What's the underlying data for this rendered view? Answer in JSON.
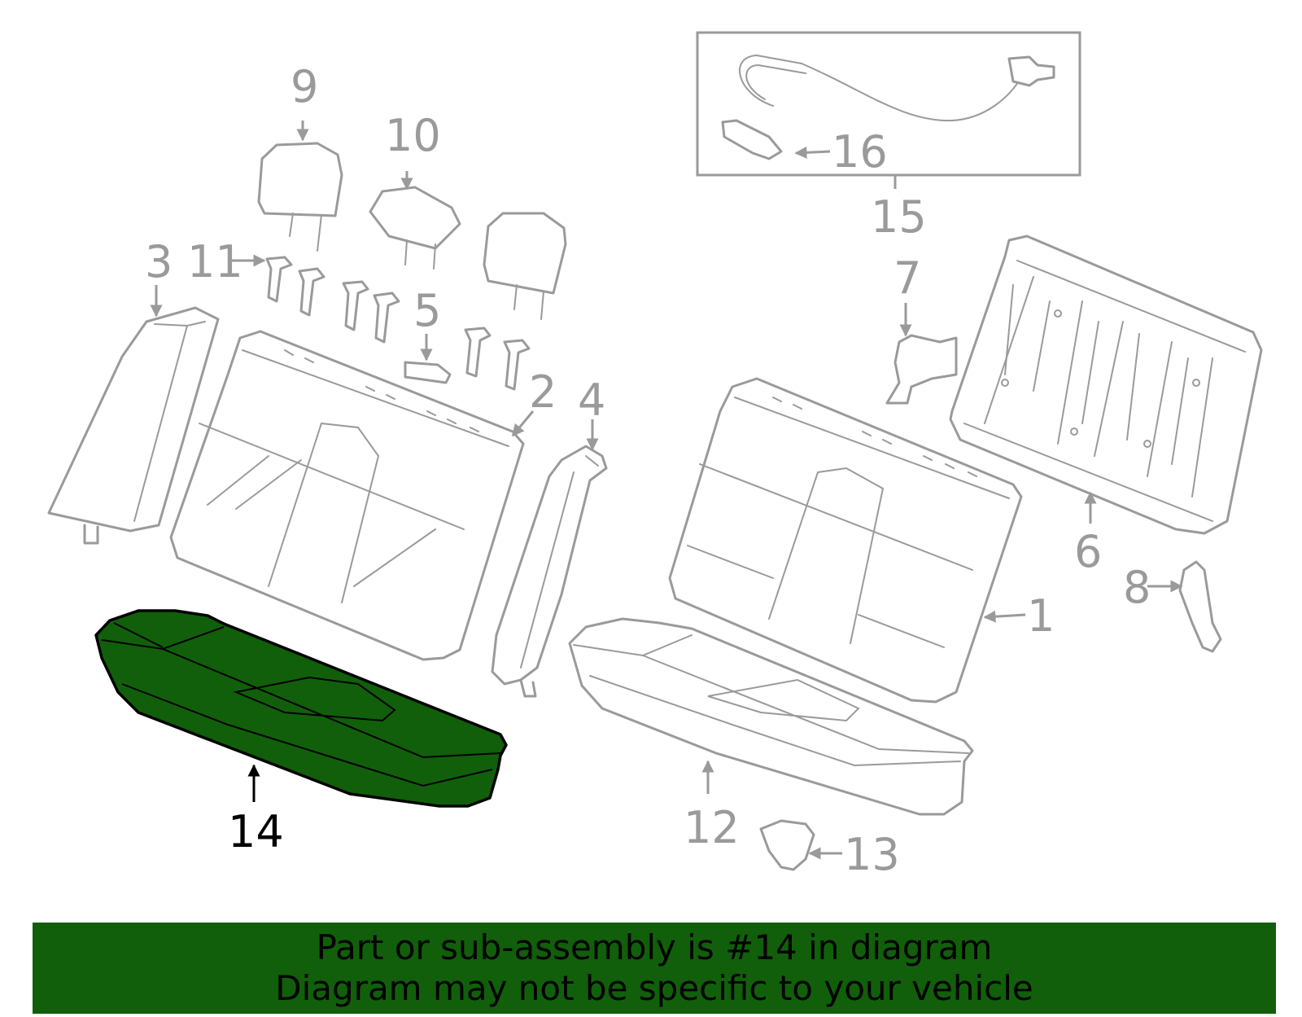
{
  "callouts": {
    "c1": "1",
    "c2": "2",
    "c3": "3",
    "c4": "4",
    "c5": "5",
    "c6": "6",
    "c7": "7",
    "c8": "8",
    "c9": "9",
    "c10": "10",
    "c11": "11",
    "c12": "12",
    "c13": "13",
    "c14": "14",
    "c15": "15",
    "c16": "16"
  },
  "highlighted_part": "14",
  "colors": {
    "highlight_fill": "#115f0a",
    "line_gray": "#9a9a9a",
    "banner_bg": "#115f0a"
  },
  "banner": {
    "line1": "Part or sub-assembly is #14 in diagram",
    "line2": "Diagram may not be specific to your vehicle"
  }
}
